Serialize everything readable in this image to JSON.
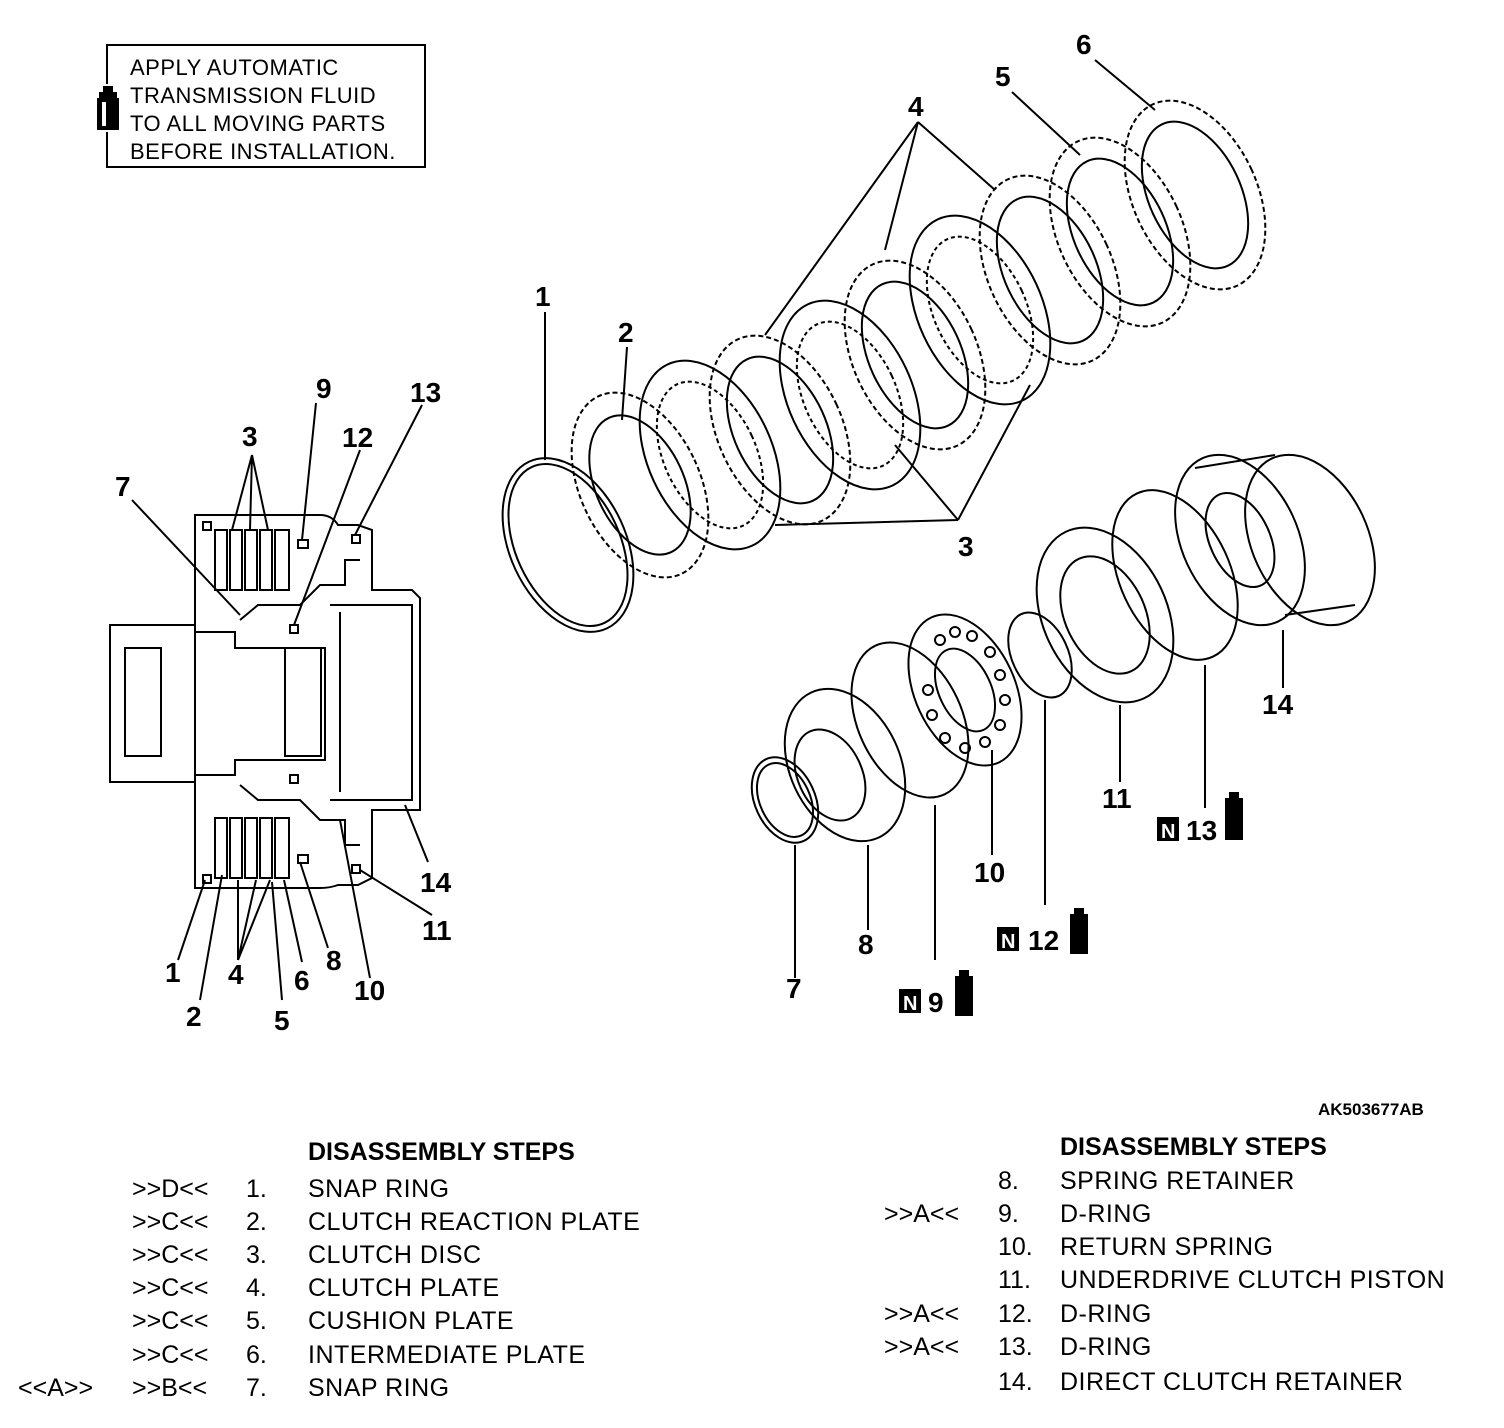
{
  "note": {
    "lines": "APPLY AUTOMATIC\nTRANSMISSION FLUID\nTO ALL MOVING PARTS\nBEFORE INSTALLATION.",
    "icon": "fluid-bottle-icon"
  },
  "figure_id": "AK503677AB",
  "exploded_callouts": {
    "c1": "1",
    "c2": "2",
    "c3": "3",
    "c4": "4",
    "c5": "5",
    "c6": "6",
    "c7": "7",
    "c8": "8",
    "c9": "9",
    "c10": "10",
    "c11": "11",
    "c12": "12",
    "c13": "13",
    "c14": "14"
  },
  "section_callouts": {
    "c1": "1",
    "c2": "2",
    "c3": "3",
    "c4": "4",
    "c5": "5",
    "c6": "6",
    "c7": "7",
    "c8": "8",
    "c9": "9",
    "c10": "10",
    "c11": "11",
    "c12": "12",
    "c13": "13",
    "c14": "14"
  },
  "new_part_marker": "N",
  "steps_left": {
    "heading": "DISASSEMBLY STEPS",
    "rows": [
      {
        "mark": ">>D<<",
        "num": "1.",
        "name": "SNAP RING"
      },
      {
        "mark": ">>C<<",
        "num": "2.",
        "name": "CLUTCH REACTION PLATE"
      },
      {
        "mark": ">>C<<",
        "num": "3.",
        "name": "CLUTCH DISC"
      },
      {
        "mark": ">>C<<",
        "num": "4.",
        "name": "CLUTCH PLATE"
      },
      {
        "mark": ">>C<<",
        "num": "5.",
        "name": "CUSHION PLATE"
      },
      {
        "mark": ">>C<<",
        "num": "6.",
        "name": "INTERMEDIATE PLATE"
      },
      {
        "extra": "<<A>>",
        "mark": ">>B<<",
        "num": "7.",
        "name": "SNAP RING"
      }
    ]
  },
  "steps_right": {
    "heading": "DISASSEMBLY STEPS",
    "rows": [
      {
        "mark": "",
        "num": "8.",
        "name": "SPRING RETAINER"
      },
      {
        "mark": ">>A<<",
        "num": "9.",
        "name": "D-RING"
      },
      {
        "mark": "",
        "num": "10.",
        "name": "RETURN SPRING"
      },
      {
        "mark": "",
        "num": "11.",
        "name": "UNDERDRIVE CLUTCH PISTON"
      },
      {
        "mark": ">>A<<",
        "num": "12.",
        "name": "D-RING"
      },
      {
        "mark": ">>A<<",
        "num": "13.",
        "name": "D-RING"
      },
      {
        "mark": "",
        "num": "14.",
        "name": "DIRECT CLUTCH RETAINER"
      }
    ]
  }
}
